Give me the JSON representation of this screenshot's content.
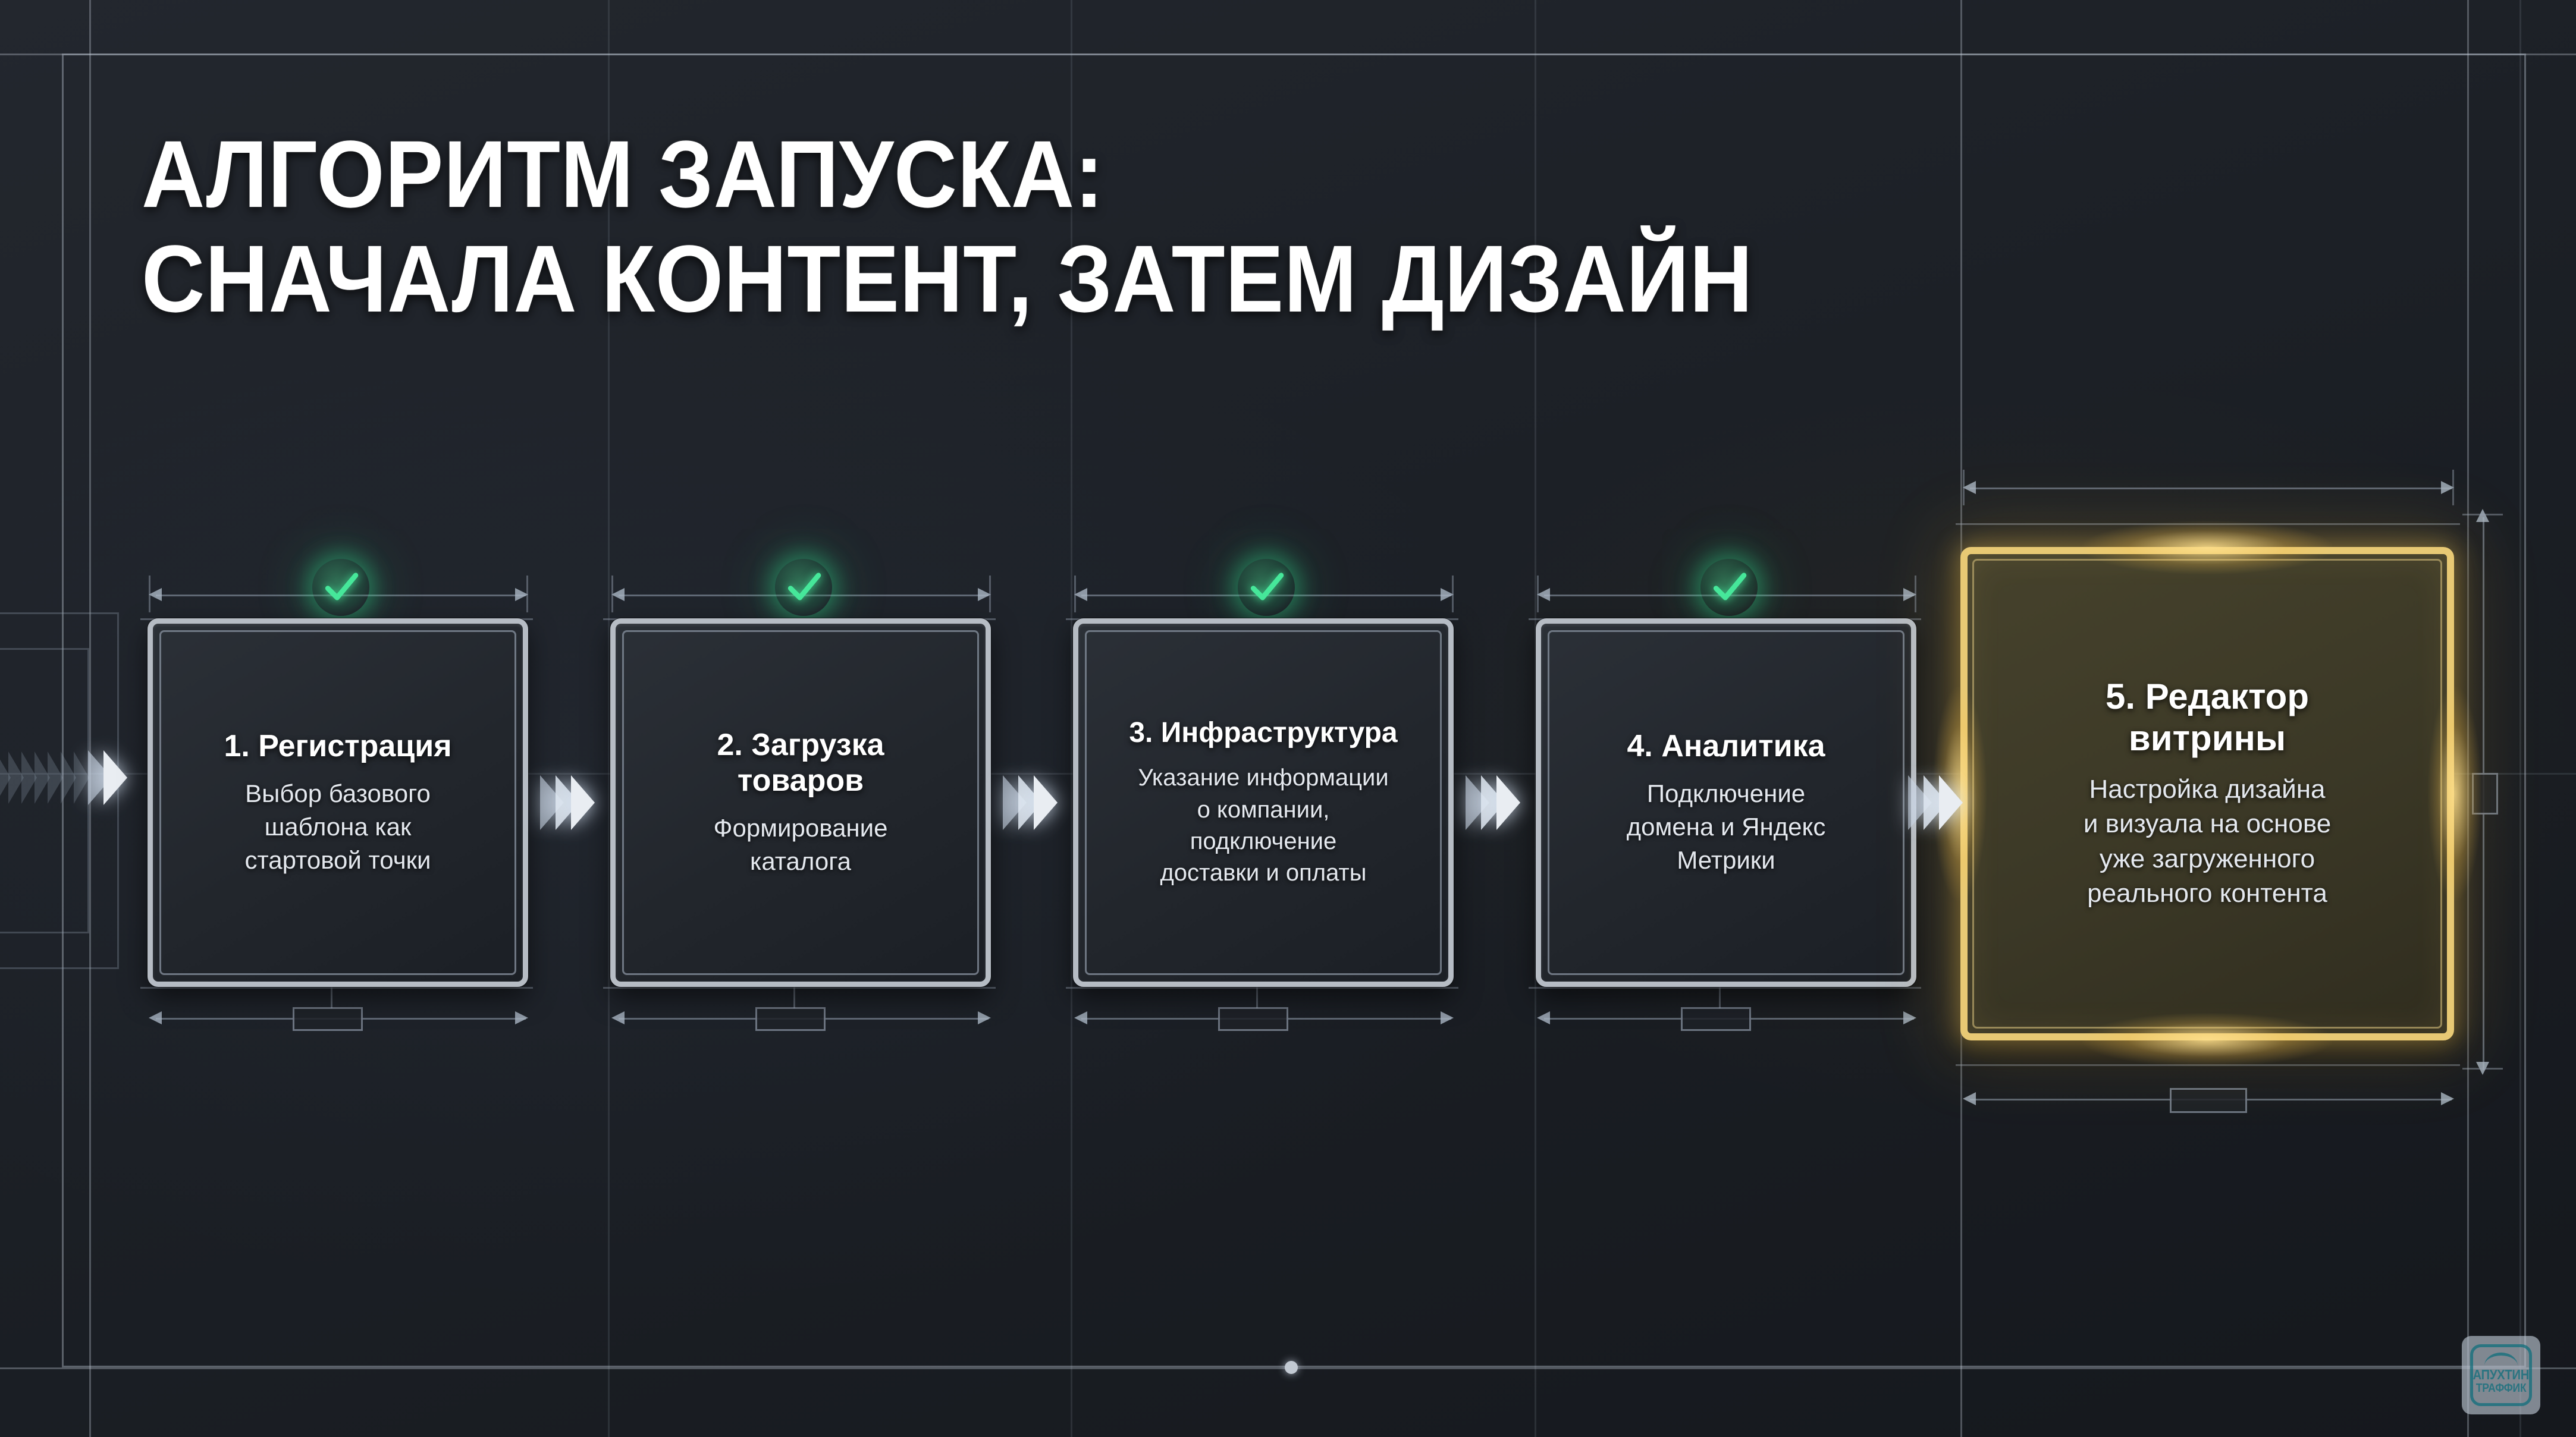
{
  "title": "АЛГОРИТМ ЗАПУСКА:\nСНАЧАЛА КОНТЕНТ, ЗАТЕМ ДИЗАЙН",
  "colors": {
    "background": "#1d2128",
    "guide_line": "#bec8d4",
    "card_border": "#b6bcc4",
    "card_fill": "#23272d",
    "check_green": "#46e79a",
    "highlight_gold": "#e8c974",
    "highlight_fill": "#3b3826",
    "logo_teal": "#2e7f8c",
    "text_primary": "#ffffff",
    "text_secondary": "#e4e8ee"
  },
  "steps": [
    {
      "number": "1",
      "title": "1. Регистрация",
      "desc": "Выбор базового\nшаблона как\nстартовой точки",
      "status": "done",
      "badge": "check-icon"
    },
    {
      "number": "2",
      "title": "2. Загрузка\nтоваров",
      "desc": "Формирование\nкаталога",
      "status": "done",
      "badge": "check-icon"
    },
    {
      "number": "3",
      "title": "3. Инфраструктура",
      "desc": "Указание информации\nо компании,\nподключение\nдоставки и оплаты",
      "status": "done",
      "badge": "check-icon"
    },
    {
      "number": "4",
      "title": "4. Аналитика",
      "desc": "Подключение\nдомена и Яндекс\nМетрики",
      "status": "done",
      "badge": "check-icon"
    },
    {
      "number": "5",
      "title": "5. Редактор\nвитрины",
      "desc": "Настройка дизайна\nи визуала на основе\nуже загруженного\nреального контента",
      "status": "highlighted",
      "badge": ""
    }
  ],
  "logo": {
    "line1": "АПУХТИН",
    "line2": "ТРАФФИК"
  }
}
